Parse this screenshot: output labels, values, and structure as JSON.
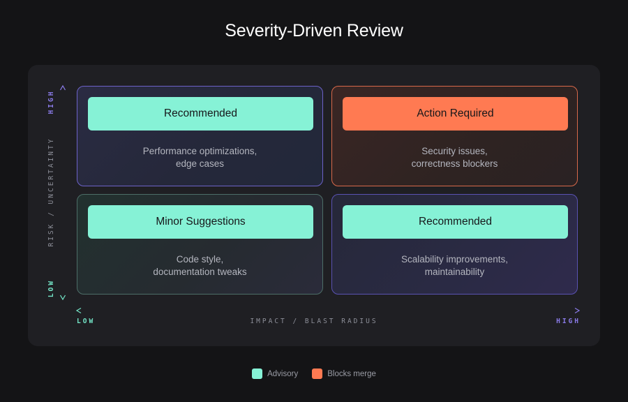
{
  "title": "Severity-Driven Review",
  "axes": {
    "y_label": "RISK / UNCERTAINTY",
    "y_high": "HIGH",
    "y_low": "LOW",
    "x_label": "IMPACT / BLAST RADIUS",
    "x_low": "LOW",
    "x_high": "HIGH"
  },
  "quadrants": {
    "top_left": {
      "label": "Recommended",
      "line1": "Performance optimizations,",
      "line2": "edge cases",
      "category": "advisory"
    },
    "top_right": {
      "label": "Action Required",
      "line1": "Security issues,",
      "line2": "correctness blockers",
      "category": "blocking"
    },
    "bottom_left": {
      "label": "Minor Suggestions",
      "line1": "Code style,",
      "line2": "documentation tweaks",
      "category": "advisory"
    },
    "bottom_right": {
      "label": "Recommended",
      "line1": "Scalability improvements,",
      "line2": "maintainability",
      "category": "advisory"
    }
  },
  "legend": {
    "advisory_label": "Advisory",
    "blocking_label": "Blocks merge"
  },
  "colors": {
    "advisory": "#86f2d6",
    "blocking": "#ff7a52",
    "axis_high": "#8a7be8",
    "axis_low": "#74e6c8",
    "background": "#141416",
    "panel": "#1f1f23"
  }
}
